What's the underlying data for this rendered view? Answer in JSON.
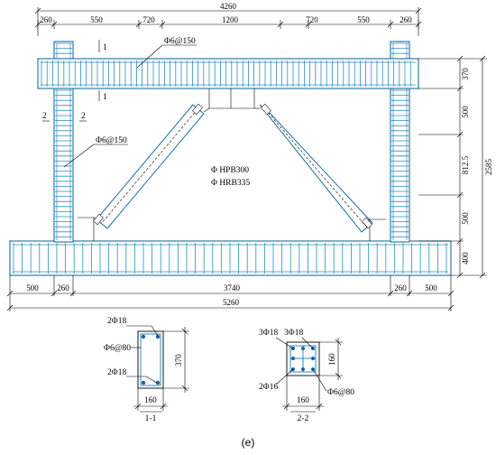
{
  "dimensions": {
    "top_total": "4260",
    "top_segments": [
      "260",
      "550",
      "720",
      "1200",
      "720",
      "550",
      "260"
    ],
    "bottom_segments": [
      "500",
      "260",
      "3740",
      "260",
      "500"
    ],
    "bottom_total": "5260",
    "right_segments": [
      "370",
      "500",
      "812.5",
      "500",
      "400"
    ],
    "right_total": "2585"
  },
  "labels": {
    "beam_stirrup": "Φ6@150",
    "column_stirrup": "Φ6@150",
    "section_1_mark": "1",
    "section_2_mark": "2",
    "legend_hpb": "Φ HPB300",
    "legend_hrb": "Φ HRB335"
  },
  "section_1": {
    "top_bars": "2Φ18",
    "stirrup": "Φ6@80",
    "bottom_bars": "2Φ18",
    "height": "370",
    "width": "160",
    "title": "1-1"
  },
  "section_2": {
    "top_left_bars": "3Φ18",
    "top_right_bars": "3Φ18",
    "middle_bars": "2Φ16",
    "stirrup": "Φ6@80",
    "height": "160",
    "width": "160",
    "title": "2-2"
  },
  "caption": "(e)",
  "colors": {
    "rebar": "#2b8fbf",
    "outline": "#1a6f9a",
    "dot": "#1d5fa6"
  }
}
